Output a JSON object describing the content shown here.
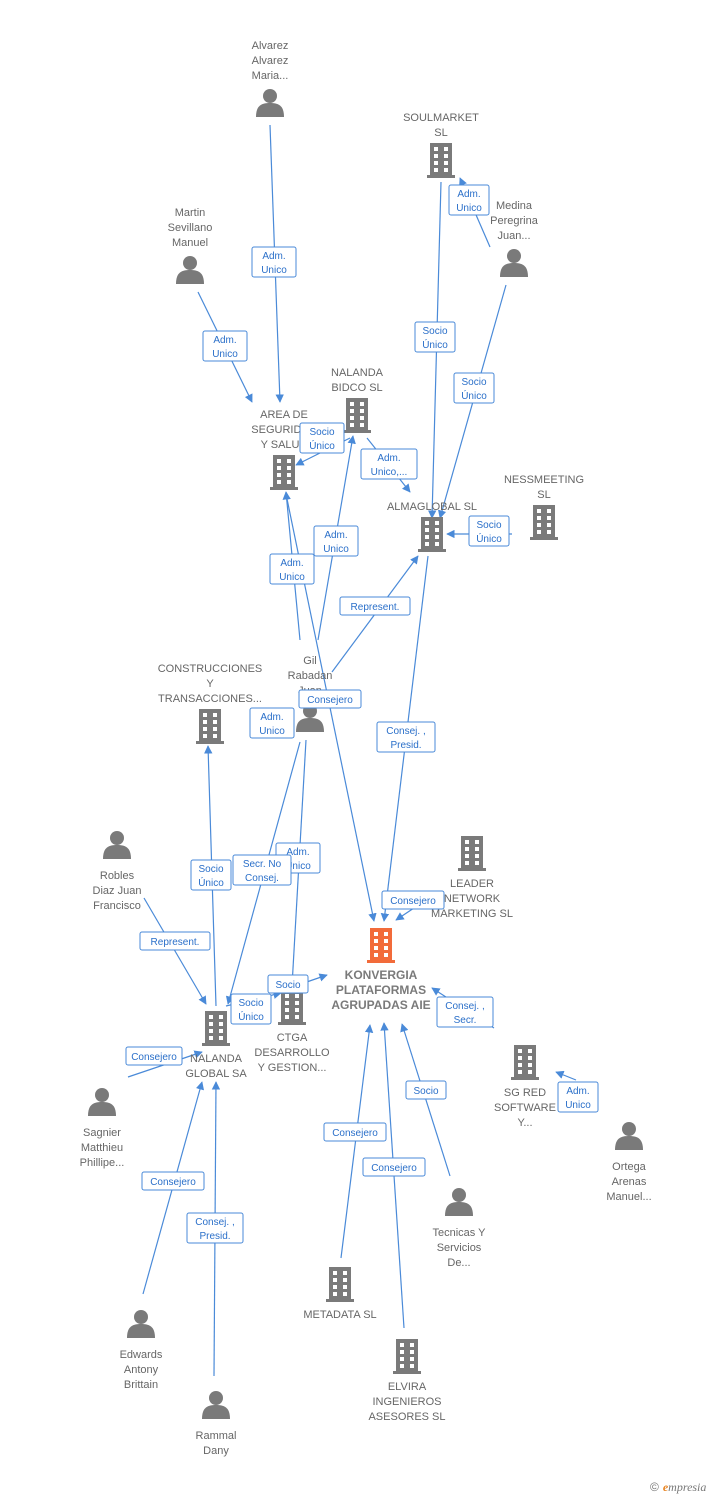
{
  "colors": {
    "node": "#7a7a7a",
    "highlight": "#f26b3a",
    "edge": "#4a8ad8"
  },
  "nodes": {
    "alvarez": {
      "type": "person",
      "label": [
        "Alvarez",
        "Alvarez",
        "Maria..."
      ]
    },
    "soulmarket": {
      "type": "company",
      "label": [
        "SOULMARKET",
        "SL"
      ]
    },
    "martin": {
      "type": "person",
      "label": [
        "Martin",
        "Sevillano",
        "Manuel"
      ]
    },
    "medina": {
      "type": "person",
      "label": [
        "Medina",
        "Peregrina",
        "Juan..."
      ]
    },
    "nalanda_bidco": {
      "type": "company",
      "label": [
        "NALANDA",
        "BIDCO  SL"
      ]
    },
    "area": {
      "type": "company",
      "label": [
        "AREA DE",
        "SEGURIDAD",
        "Y SALUD"
      ]
    },
    "almaglobal": {
      "type": "company",
      "label": [
        "ALMAGLOBAL SL"
      ]
    },
    "nessmeeting": {
      "type": "company",
      "label": [
        "NESSMEETING",
        "SL"
      ]
    },
    "gil": {
      "type": "person",
      "label": [
        "Gil",
        "Rabadan",
        "Juan"
      ]
    },
    "construcciones": {
      "type": "company",
      "label": [
        "CONSTRUCCIONES",
        "Y",
        "TRANSACCIONES..."
      ]
    },
    "robles": {
      "type": "person",
      "label": [
        "Robles",
        "Diaz Juan",
        "Francisco"
      ]
    },
    "leader": {
      "type": "company",
      "label": [
        "LEADER",
        "NETWORK",
        "MARKETING SL"
      ]
    },
    "konvergia": {
      "type": "company",
      "main": true,
      "label": [
        "KONVERGIA",
        "PLATAFORMAS",
        "AGRUPADAS AIE"
      ]
    },
    "nalanda_global": {
      "type": "company",
      "label": [
        "NALANDA",
        "GLOBAL SA"
      ]
    },
    "ctga": {
      "type": "company",
      "label": [
        "CTGA",
        "DESARROLLO",
        "Y GESTION..."
      ]
    },
    "sgred": {
      "type": "company",
      "label": [
        "SG RED",
        "SOFTWARE",
        "Y..."
      ]
    },
    "sagnier": {
      "type": "person",
      "label": [
        "Sagnier",
        "Matthieu",
        "Phillipe..."
      ]
    },
    "ortega": {
      "type": "person",
      "label": [
        "Ortega",
        "Arenas",
        "Manuel..."
      ]
    },
    "tecnicas": {
      "type": "person",
      "label": [
        "Tecnicas Y",
        "Servicios",
        "De..."
      ]
    },
    "metadata": {
      "type": "company",
      "label": [
        "METADATA  SL"
      ]
    },
    "edwards": {
      "type": "person",
      "label": [
        "Edwards",
        "Antony",
        "Brittain"
      ]
    },
    "elvira": {
      "type": "company",
      "label": [
        "ELVIRA",
        "INGENIEROS",
        "ASESORES  SL"
      ]
    },
    "rammal": {
      "type": "person",
      "label": [
        "Rammal",
        "Dany"
      ]
    }
  },
  "edges": [
    {
      "from": "alvarez",
      "to": "area",
      "label": [
        "Adm.",
        "Unico"
      ]
    },
    {
      "from": "martin",
      "to": "area",
      "label": [
        "Adm.",
        "Unico"
      ]
    },
    {
      "from": "soulmarket",
      "to": "almaglobal",
      "label": [
        "Socio",
        "Único"
      ]
    },
    {
      "from": "medina",
      "to": "soulmarket",
      "label": [
        "Adm.",
        "Unico"
      ]
    },
    {
      "from": "medina",
      "to": "almaglobal",
      "label": [
        "Socio",
        "Único"
      ]
    },
    {
      "from": "nalanda_bidco",
      "to": "area",
      "label": [
        "Socio",
        "Único"
      ]
    },
    {
      "from": "nalanda_bidco",
      "to": "almaglobal",
      "label": [
        "Adm.",
        "Unico,..."
      ]
    },
    {
      "from": "nessmeeting",
      "to": "almaglobal",
      "label": [
        "Socio",
        "Único"
      ]
    },
    {
      "from": "gil",
      "to": "nalanda_bidco",
      "label": [
        "Adm.",
        "Unico"
      ]
    },
    {
      "from": "gil",
      "to": "area",
      "label": [
        "Adm.",
        "Unico"
      ]
    },
    {
      "from": "gil",
      "to": "almaglobal",
      "label": [
        "Represent."
      ]
    },
    {
      "from": "area",
      "to": "konvergia",
      "label": [
        "Consejero"
      ]
    },
    {
      "from": "gil",
      "to": "nalanda_global",
      "label": [
        "Adm.",
        "Unico"
      ]
    },
    {
      "from": "almaglobal",
      "to": "konvergia",
      "label": [
        "Consej. ,",
        "Presid."
      ]
    },
    {
      "from": "nalanda_global",
      "to": "construcciones",
      "label": [
        "Socio",
        "Único"
      ]
    },
    {
      "from": "gil",
      "to": "ctga",
      "label": [
        "Adm.",
        "Unico"
      ]
    },
    {
      "from": "robles",
      "to": "nalanda_global",
      "label": [
        "Represent."
      ]
    },
    {
      "from": "leader",
      "to": "konvergia",
      "label": [
        "Consejero"
      ]
    },
    {
      "from": "ctga",
      "to": "konvergia",
      "label": [
        "Socio"
      ]
    },
    {
      "from": "nalanda_global",
      "to": "ctga",
      "label": [
        "Socio",
        "Único"
      ]
    },
    {
      "from": "sgred",
      "to": "konvergia",
      "label": [
        "Consej. ,",
        "Secr."
      ]
    },
    {
      "from": "ortega",
      "to": "sgred",
      "label": [
        "Adm.",
        "Unico"
      ]
    },
    {
      "from": "sagnier",
      "to": "nalanda_global",
      "label": [
        "Consejero"
      ]
    },
    {
      "from": "tecnicas",
      "to": "konvergia",
      "label": [
        "Socio"
      ]
    },
    {
      "from": "metadata",
      "to": "konvergia",
      "label": [
        "Consejero"
      ]
    },
    {
      "from": "elvira",
      "to": "konvergia",
      "label": [
        "Consejero"
      ]
    },
    {
      "from": "edwards",
      "to": "nalanda_global",
      "label": [
        "Consejero"
      ]
    },
    {
      "from": "rammal",
      "to": "nalanda_global",
      "label": [
        "Consej. ,",
        "Presid."
      ]
    },
    {
      "from": "nalanda_global",
      "to": "construcciones",
      "label": [
        "Secr.  No",
        "Consej."
      ]
    }
  ],
  "footer": {
    "copyright": "©",
    "brand_initial": "e",
    "brand_rest": "mpresia"
  }
}
